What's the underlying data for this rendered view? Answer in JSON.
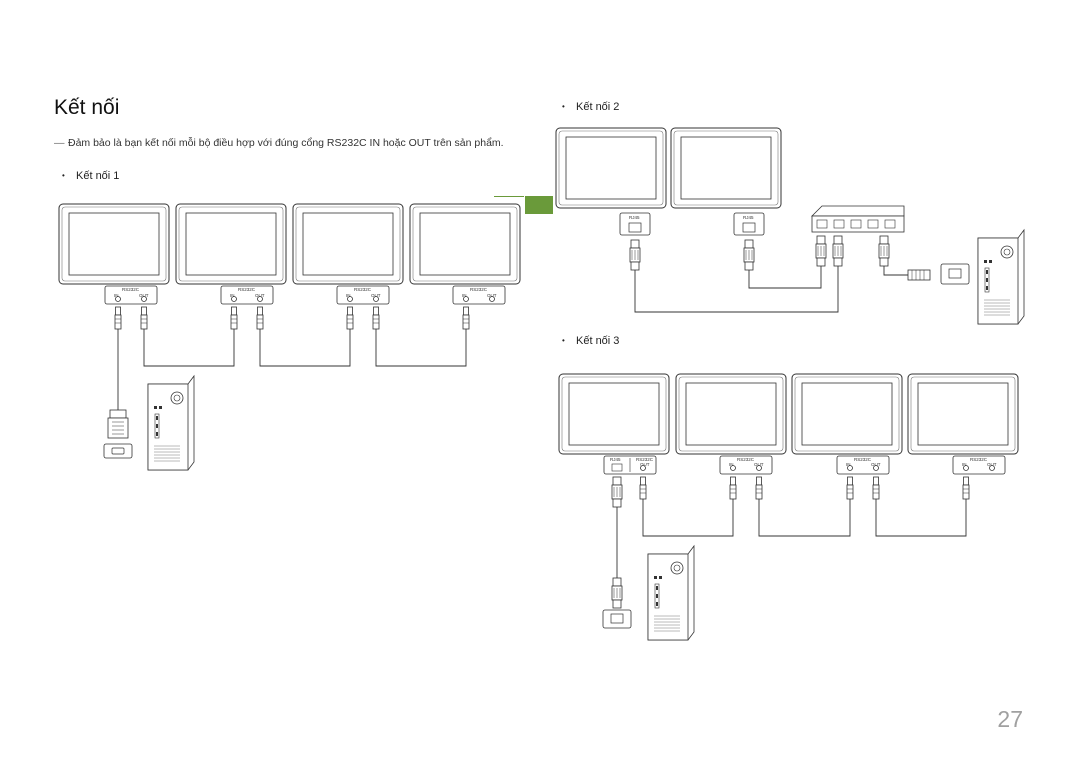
{
  "page": {
    "title": "Kết nối",
    "note": "Đảm bảo là bạn kết nối mỗi bộ điều hợp với đúng cổng RS232C IN hoặc OUT trên sản phẩm.",
    "note_dash": "―",
    "bullet_mark": "•",
    "page_number": "27"
  },
  "sections": {
    "conn1": "Kết nối 1",
    "conn2": "Kết nối 2",
    "conn3": "Kết nối 3"
  },
  "ports": {
    "rs232c": "RS232C",
    "in": "IN",
    "out": "OUT",
    "rj45": "RJ45"
  },
  "colors": {
    "accent": "#6a9a3a",
    "line": "#333333",
    "page_number": "#a0a0a0"
  }
}
